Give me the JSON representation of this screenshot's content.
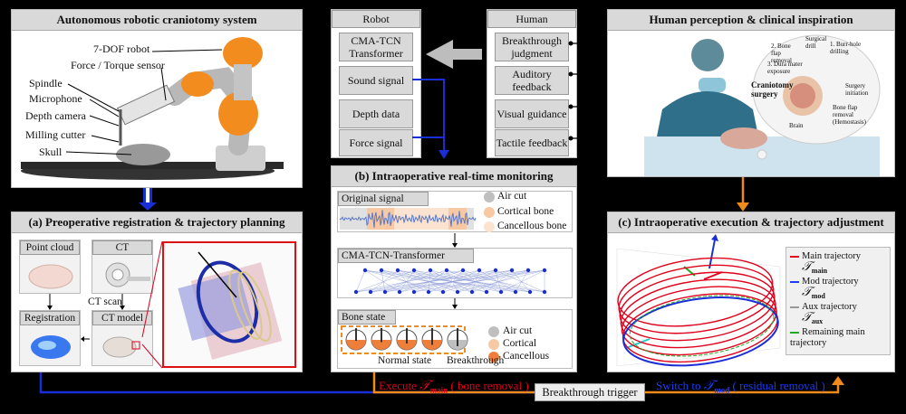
{
  "panels": {
    "system": {
      "title": "Autonomous robotic craniotomy system",
      "labels": [
        "7-DOF robot",
        "Force / Torque sensor",
        "Spindle",
        "Microphone",
        "Depth camera",
        "Milling cutter",
        "Skull"
      ]
    },
    "robot": {
      "title": "Robot",
      "items": [
        "CMA-TCN Transformer",
        "Sound signal",
        "Depth data",
        "Force signal"
      ]
    },
    "human": {
      "title": "Human",
      "items": [
        "Breakthrough judgment",
        "Auditory feedback",
        "Visual guidance",
        "Tactile feedback"
      ]
    },
    "perception": {
      "title": "Human perception & clinical inspiration",
      "bubble": {
        "center": "Craniotomy surgery",
        "steps": [
          "1. Burr-hole drilling",
          "2. Bone flap removal",
          "3. Dura mater exposure",
          "Surgical drill",
          "Surgery initiation",
          "Bone flap removal (Hemostasis)",
          "Brain"
        ]
      }
    },
    "planning": {
      "title": "(a) Preoperative registration & trajectory planning",
      "point_cloud": "Point cloud",
      "ct": "CT",
      "ct_scan": "CT scan",
      "registration": "Registration",
      "ct_model": "CT model"
    },
    "monitoring": {
      "title": "(b) Intraoperative real-time monitoring",
      "original_signal": "Original signal",
      "legend1": [
        "Air cut",
        "Cortical bone",
        "Cancellous bone"
      ],
      "model": "CMA-TCN-Transformer",
      "bone_state": "Bone state",
      "legend2": [
        "Air cut",
        "Cortical",
        "Cancellous"
      ],
      "normal_state": "Normal state",
      "breakthrough": "Breakthrough"
    },
    "execution": {
      "title": "(c) Intraoperative execution & trajectory adjustment",
      "legend": [
        {
          "text": "Main trajectory",
          "sym": "𝒯",
          "sub": "main",
          "color": "#e0001b"
        },
        {
          "text": "Mod trajectory",
          "sym": "𝒯",
          "sub": "mod",
          "color": "#1a3cff"
        },
        {
          "text": "Aux trajectory",
          "sym": "𝒯",
          "sub": "aux",
          "color": "#999999"
        },
        {
          "text": "Remaining main trajectory",
          "sym": "",
          "sub": "",
          "color": "#22aa22"
        }
      ]
    }
  },
  "bottom": {
    "execute_prefix": "Execute ",
    "execute_sym": "𝒯",
    "execute_sub": "main",
    "execute_suffix": " ( bone removal )",
    "trigger": "Breakthrough trigger",
    "switch_prefix": "Switch to ",
    "switch_sym": "𝒯",
    "switch_sub": "mod",
    "switch_suffix": " ( residual removal )"
  },
  "colors": {
    "cortical": "#f6c9a4",
    "cancellous": "#ee7f3a",
    "air": "#bfbfbf",
    "arrow_blue": "#1a2ed8",
    "arrow_orange": "#f08a1c"
  }
}
